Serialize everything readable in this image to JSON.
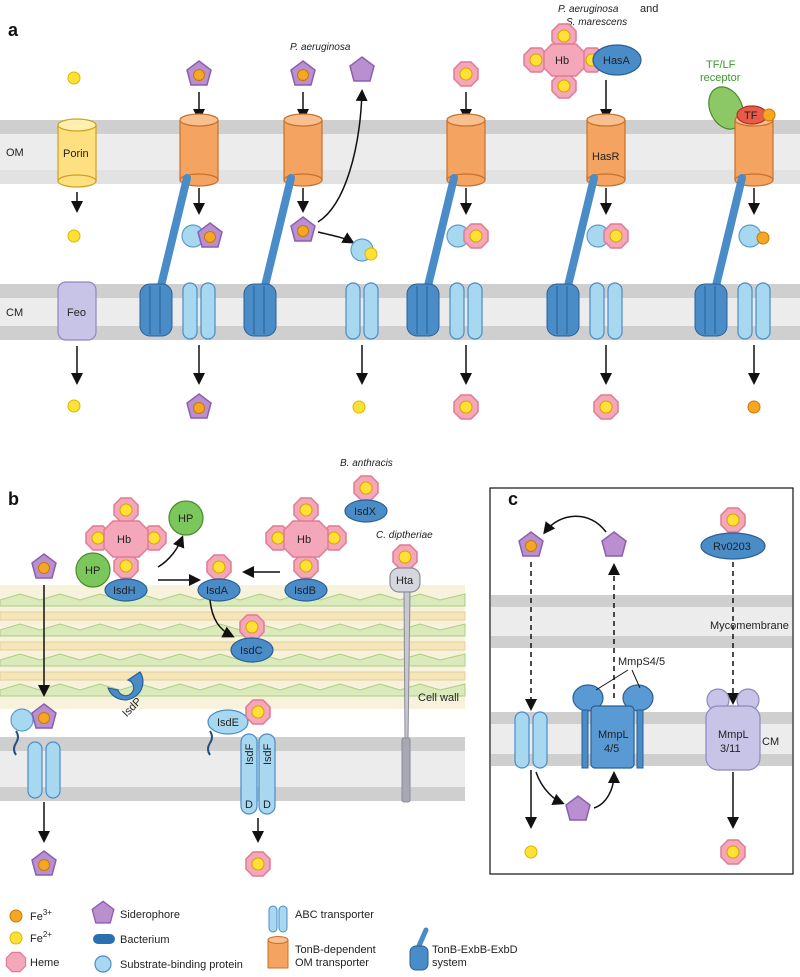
{
  "panels": {
    "a": "a",
    "b": "b",
    "c": "c"
  },
  "panel_a": {
    "om": "OM",
    "cm": "CM",
    "porin": "Porin",
    "feo": "Feo",
    "p_aeruginosa": "P. aeruginosa",
    "has_source_line1": "P. aeruginosa",
    "has_source_and": "and",
    "has_source_line2": "S. marescens",
    "hb": "Hb",
    "hasa": "HasA",
    "hasr": "HasR",
    "tflf_line1": "TF/LF",
    "tflf_line2": "receptor",
    "tf": "TF"
  },
  "panel_b": {
    "hb1": "Hb",
    "hb2": "Hb",
    "hp1": "HP",
    "hp2": "HP",
    "isdh": "IsdH",
    "isda": "IsdA",
    "isdb": "IsdB",
    "isdc": "IsdC",
    "isdp": "IsdP",
    "isde": "IsdE",
    "isdf1": "IsdF",
    "isdf2": "IsdF",
    "d1": "D",
    "d2": "D",
    "b_anthracis": "B. anthracis",
    "isdx": "IsdX",
    "c_diptheriae": "C. diptheriae",
    "hta": "Hta",
    "cell_wall": "Cell wall"
  },
  "panel_c": {
    "rv0203": "Rv0203",
    "mycomembrane": "Mycomembrane",
    "mmps": "MmpS4/5",
    "mmpl45_line1": "MmpL",
    "mmpl45_line2": "4/5",
    "mmpl311_line1": "MmpL",
    "mmpl311_line2": "3/11",
    "cm": "CM"
  },
  "legend": {
    "fe3": "Fe",
    "fe3_sup": "3+",
    "fe2": "Fe",
    "fe2_sup": "2+",
    "heme": "Heme",
    "siderophore": "Siderophore",
    "bacterium": "Bacterium",
    "sbp": "Substrate-binding protein",
    "abc": "ABC transporter",
    "tonb_om_line1": "TonB-dependent",
    "tonb_om_line2": "OM transporter",
    "tonb_sys_line1": "TonB-ExbB-ExbD",
    "tonb_sys_line2": "system"
  },
  "colors": {
    "fe3": "#f5a623",
    "fe2": "#ffe135",
    "heme": "#f4a7b9",
    "siderophore": "#b98fd0",
    "bacterium": "#4a8cc8",
    "sbp": "#a8d8f0",
    "abc": "#a8d8f0",
    "tonb_om": "#f4a460",
    "tonb_sys": "#4a8cc8",
    "membrane": "#c8c8c8",
    "hp": "#7cc75b",
    "feo": "#c8c4e8",
    "porin": "#ffe080",
    "hta": "#c8c8d0",
    "cellwall_green": "#d8eab8",
    "cellwall_yellow": "#f4e4b0"
  }
}
